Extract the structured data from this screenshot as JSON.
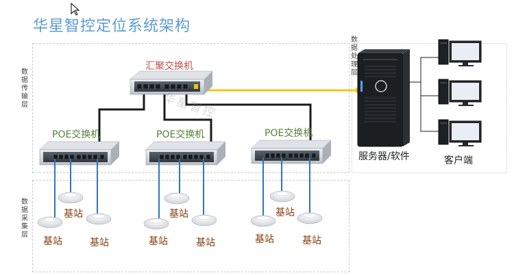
{
  "title": "华星智控定位系统架构",
  "layers": {
    "transport": "数据传输层",
    "processing": "数据处理层",
    "collection": "数据采集层"
  },
  "core_switch": "汇聚交换机",
  "poe_switches": [
    "POE交换机",
    "POE交换机",
    "POE交换机"
  ],
  "server": "服务器/软件",
  "client": "客户端",
  "base_station": "基站",
  "watermark": "华星智控",
  "colors": {
    "title": "#5b9bd5",
    "core_label": "#c0504d",
    "poe_label": "#548235",
    "station_label": "#843c0c",
    "fiber": "#f5c518",
    "cable": "#2e75b6"
  }
}
